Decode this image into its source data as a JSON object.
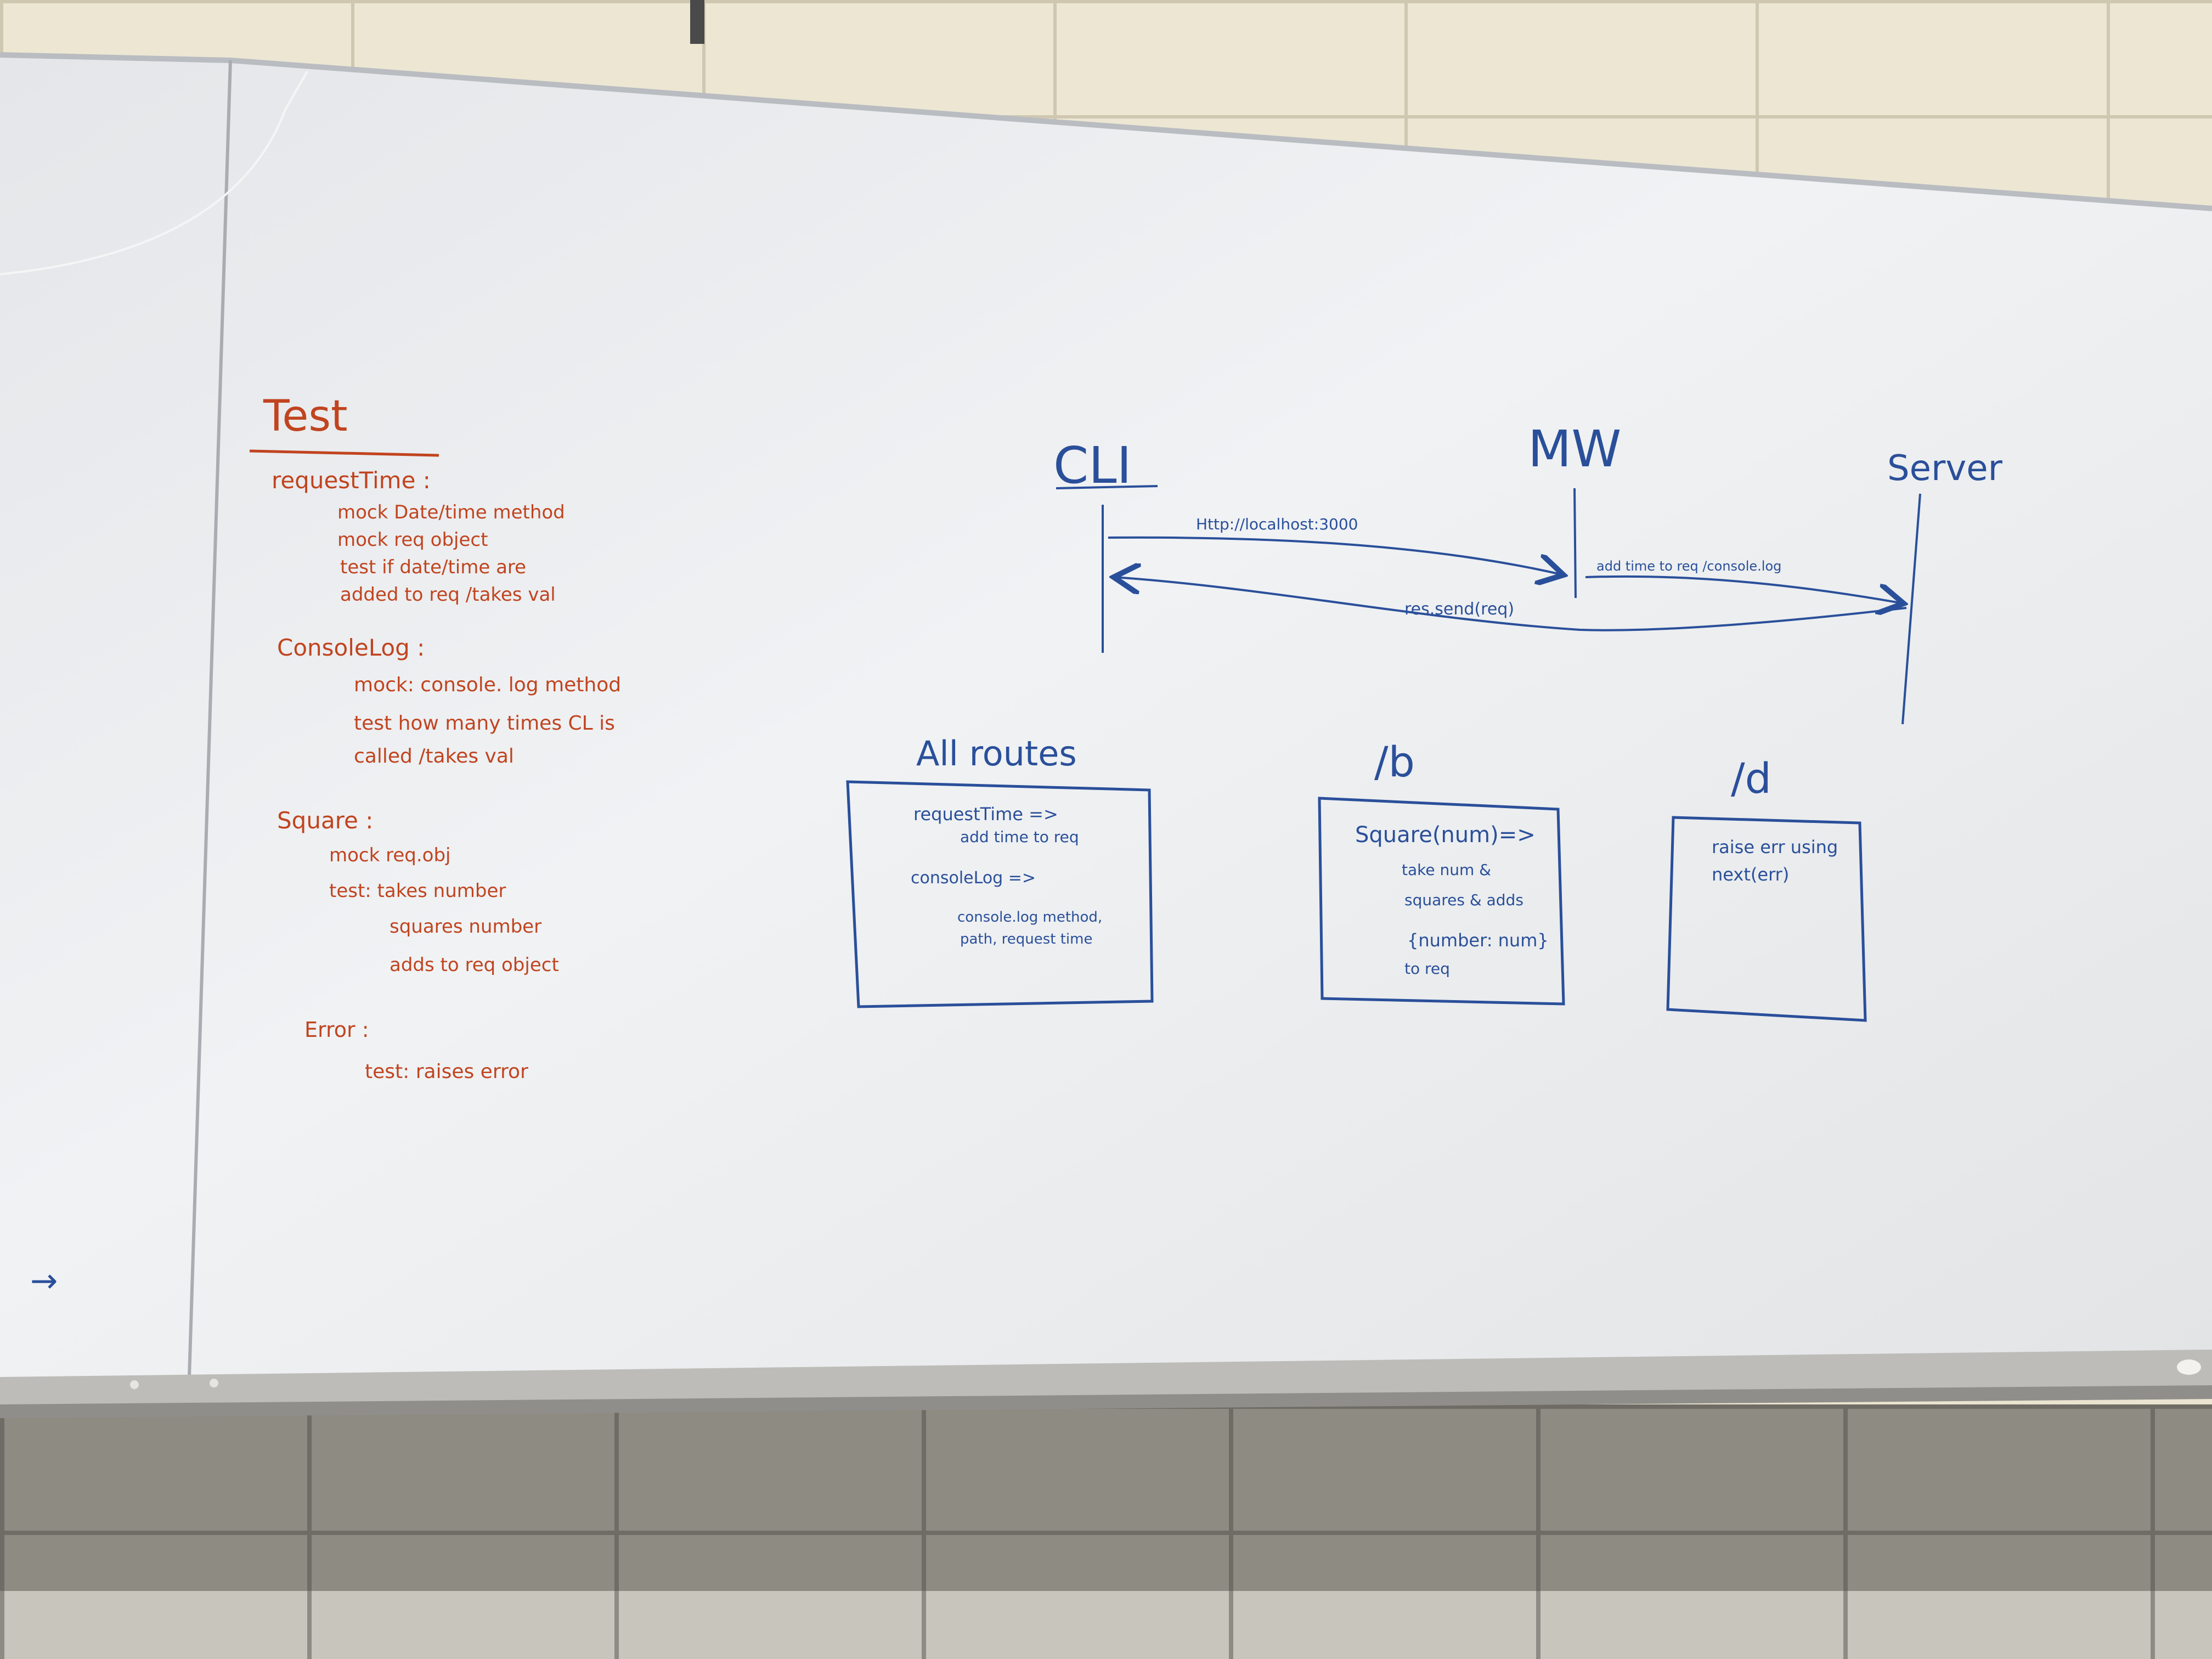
{
  "board": {
    "test_section": {
      "title": "Test",
      "items": [
        {
          "heading": "requestTime :",
          "lines": [
            "mock Date/time method",
            "mock req object",
            "test if date/time are",
            "added to req /takes val"
          ]
        },
        {
          "heading": "ConsoleLog :",
          "lines": [
            "mock: console. log method",
            "test how many times CL is",
            "called /takes val"
          ]
        },
        {
          "heading": "Square :",
          "lines": [
            "mock req.obj",
            "test: takes number",
            "squares number",
            "adds to req object"
          ]
        },
        {
          "heading": "Error :",
          "lines": [
            "test: raises error"
          ]
        }
      ]
    },
    "sequence": {
      "actors": [
        "CLI",
        "MW",
        "Server"
      ],
      "messages": [
        {
          "label": "Http://localhost:3000"
        },
        {
          "label": "add time to req /console.log"
        },
        {
          "label": "res.send(req)"
        }
      ]
    },
    "routes": [
      {
        "title": "All routes",
        "lines": [
          "requestTime =>",
          "add time to req",
          "consoleLog =>",
          "console.log method,",
          "path, request time"
        ]
      },
      {
        "title": "/b",
        "lines": [
          "Square(num)=>",
          "take num &",
          "squares & adds",
          "{number: num}",
          "to req"
        ]
      },
      {
        "title": "/d",
        "lines": [
          "raise err using",
          "next(err)"
        ]
      }
    ],
    "margin_mark": "→"
  },
  "colors": {
    "red_marker": "#c1441f",
    "blue_marker": "#2a4f9a",
    "board_white": "#eceff2"
  }
}
